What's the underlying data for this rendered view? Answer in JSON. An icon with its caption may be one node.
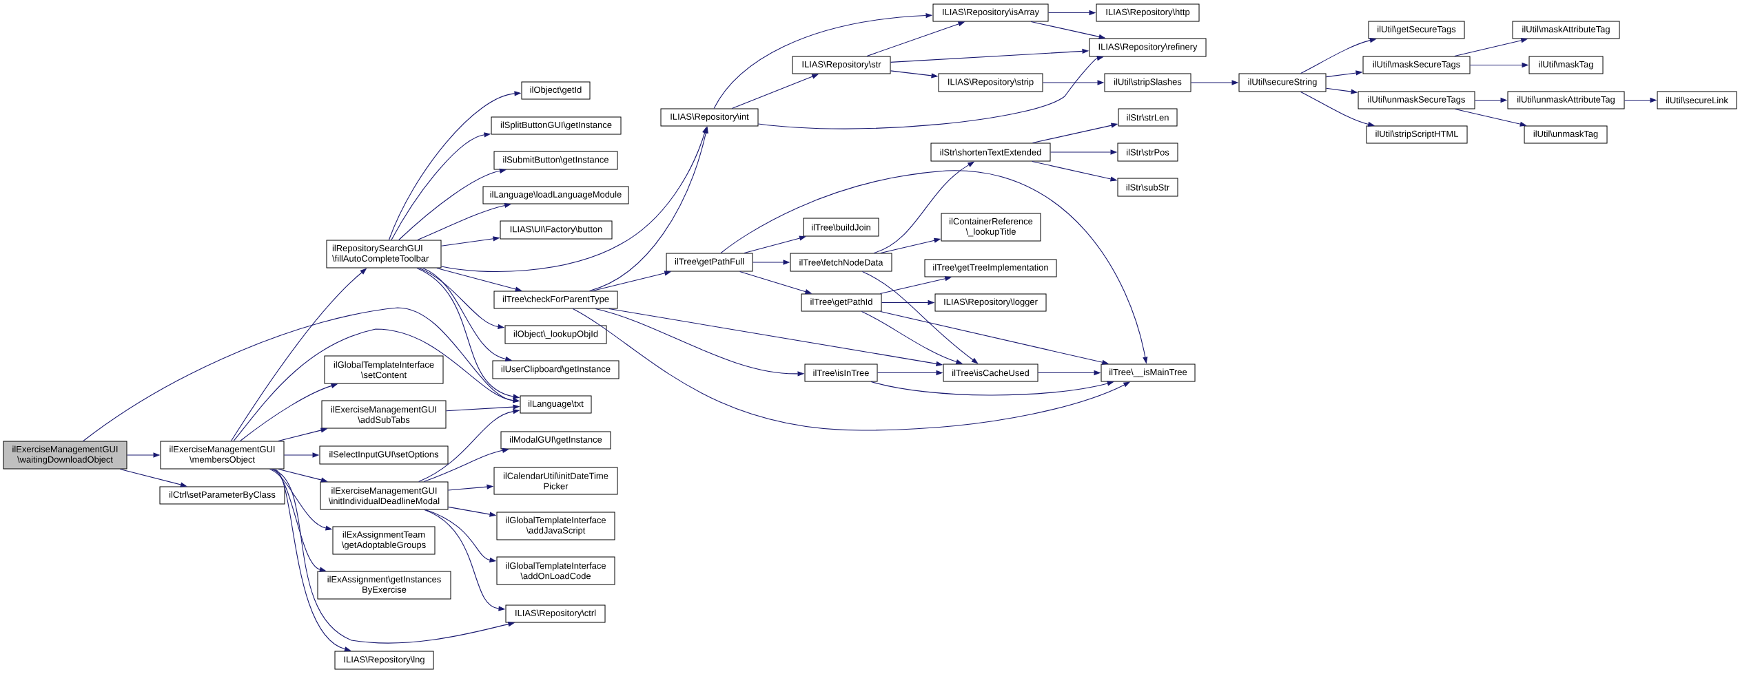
{
  "diagram": {
    "nodes": [
      {
        "text": [
          "ilExerciseManagementGUI \\waitingDownloadObject"
        ]
      },
      {
        "text": [
          "ilExerciseManagementGUI \\membersObject"
        ]
      },
      {
        "text": [
          "ilCtrl\\setParameterByClass"
        ]
      },
      {
        "text": [
          "ilRepositorySearchGUI \\fillAutoCompleteToolbar"
        ]
      },
      {
        "text": [
          "ilGlobalTemplateInterface \\setContent"
        ]
      },
      {
        "text": [
          "ilExerciseManagementGUI \\addSubTabs"
        ]
      },
      {
        "text": [
          "ilSelectInputGUI\\setOptions"
        ]
      },
      {
        "text": [
          "ilExerciseManagementGUI \\initIndividualDeadlineModal"
        ]
      },
      {
        "text": [
          "ilExAssignmentTeam \\getAdoptableGroups"
        ]
      },
      {
        "text": [
          "ilExAssignment\\getInstances ByExercise"
        ]
      },
      {
        "text": [
          "ILIAS\\Repository\\lng"
        ]
      },
      {
        "text": [
          "ilObject\\getId"
        ]
      },
      {
        "text": [
          "ilSplitButtonGUI\\getInstance"
        ]
      },
      {
        "text": [
          "ilSubmitButton\\getInstance"
        ]
      },
      {
        "text": [
          "ilLanguage\\loadLanguageModule"
        ]
      },
      {
        "text": [
          "ILIAS\\UI\\Factory\\button"
        ]
      },
      {
        "text": [
          "ilTree\\checkForParentType"
        ]
      },
      {
        "text": [
          "ilObject\\_lookupObjId"
        ]
      },
      {
        "text": [
          "ilUserClipboard\\getInstance"
        ]
      },
      {
        "text": [
          "ilLanguage\\txt"
        ]
      },
      {
        "text": [
          "ilModalGUI\\getInstance"
        ]
      },
      {
        "text": [
          "ilCalendarUtil\\initDateTime Picker"
        ]
      },
      {
        "text": [
          "ilGlobalTemplateInterface \\addJavaScript"
        ]
      },
      {
        "text": [
          "ilGlobalTemplateInterface \\addOnLoadCode"
        ]
      },
      {
        "text": [
          "ILIAS\\Repository\\ctrl"
        ]
      },
      {
        "text": [
          "ILIAS\\Repository\\int"
        ]
      },
      {
        "text": [
          "ilTree\\getPathFull"
        ]
      },
      {
        "text": [
          "ilTree\\isInTree"
        ]
      },
      {
        "text": [
          "ILIAS\\Repository\\str"
        ]
      },
      {
        "text": [
          "ilTree\\buildJoin"
        ]
      },
      {
        "text": [
          "ilTree\\fetchNodeData"
        ]
      },
      {
        "text": [
          "ilTree\\getPathId"
        ]
      },
      {
        "text": [
          "ILIAS\\Repository\\isArray"
        ]
      },
      {
        "text": [
          "ILIAS\\Repository\\strip"
        ]
      },
      {
        "text": [
          "ilStr\\shortenTextExtended"
        ]
      },
      {
        "text": [
          "ilContainerReference \\_lookupTitle"
        ]
      },
      {
        "text": [
          "ilTree\\getTreeImplementation"
        ]
      },
      {
        "text": [
          "ILIAS\\Repository\\logger"
        ]
      },
      {
        "text": [
          "ilTree\\isCacheUsed"
        ]
      },
      {
        "text": [
          "ILIAS\\Repository\\http"
        ]
      },
      {
        "text": [
          "ILIAS\\Repository\\refinery"
        ]
      },
      {
        "text": [
          "ilUtil\\stripSlashes"
        ]
      },
      {
        "text": [
          "ilStr\\strLen"
        ]
      },
      {
        "text": [
          "ilStr\\strPos"
        ]
      },
      {
        "text": [
          "ilStr\\subStr"
        ]
      },
      {
        "text": [
          "ilTree\\__isMainTree"
        ]
      },
      {
        "text": [
          "ilUtil\\secureString"
        ]
      },
      {
        "text": [
          "ilUtil\\getSecureTags"
        ]
      },
      {
        "text": [
          "ilUtil\\maskSecureTags"
        ]
      },
      {
        "text": [
          "ilUtil\\unmaskSecureTags"
        ]
      },
      {
        "text": [
          "ilUtil\\stripScriptHTML"
        ]
      },
      {
        "text": [
          "ilUtil\\maskAttributeTag"
        ]
      },
      {
        "text": [
          "ilUtil\\maskTag"
        ]
      },
      {
        "text": [
          "ilUtil\\unmaskAttributeTag"
        ]
      },
      {
        "text": [
          "ilUtil\\unmaskTag"
        ]
      },
      {
        "text": [
          "ilUtil\\secureLink"
        ]
      }
    ],
    "edges": [
      {
        "from": 0,
        "to": 1,
        "arrow": "to"
      },
      {
        "from": 0,
        "to": 2,
        "arrow": "to"
      },
      {
        "from": 0,
        "to": 19,
        "arrow": "to"
      },
      {
        "from": 1,
        "to": 3,
        "arrow": "to"
      },
      {
        "from": 1,
        "to": 4,
        "arrow": "to"
      },
      {
        "from": 1,
        "to": 5,
        "arrow": "to"
      },
      {
        "from": 1,
        "to": 6,
        "arrow": "to"
      },
      {
        "from": 1,
        "to": 7,
        "arrow": "to"
      },
      {
        "from": 1,
        "to": 8,
        "arrow": "to"
      },
      {
        "from": 1,
        "to": 9,
        "arrow": "to"
      },
      {
        "from": 1,
        "to": 10,
        "arrow": "to"
      },
      {
        "from": 1,
        "to": 19,
        "arrow": "to"
      },
      {
        "from": 1,
        "to": 24,
        "arrow": "to"
      },
      {
        "from": 3,
        "to": 11,
        "arrow": "to"
      },
      {
        "from": 3,
        "to": 12,
        "arrow": "to"
      },
      {
        "from": 3,
        "to": 13,
        "arrow": "to"
      },
      {
        "from": 3,
        "to": 14,
        "arrow": "to"
      },
      {
        "from": 3,
        "to": 15,
        "arrow": "to"
      },
      {
        "from": 3,
        "to": 25,
        "arrow": "to"
      },
      {
        "from": 3,
        "to": 16,
        "arrow": "to"
      },
      {
        "from": 3,
        "to": 17,
        "arrow": "to"
      },
      {
        "from": 3,
        "to": 18,
        "arrow": "to"
      },
      {
        "from": 3,
        "to": 19,
        "arrow": "to"
      },
      {
        "from": 5,
        "to": 19,
        "arrow": "to"
      },
      {
        "from": 7,
        "to": 19,
        "arrow": "to"
      },
      {
        "from": 7,
        "to": 20,
        "arrow": "to"
      },
      {
        "from": 7,
        "to": 21,
        "arrow": "to"
      },
      {
        "from": 7,
        "to": 22,
        "arrow": "to"
      },
      {
        "from": 7,
        "to": 23,
        "arrow": "to"
      },
      {
        "from": 7,
        "to": 24,
        "arrow": "to"
      },
      {
        "from": 16,
        "to": 25,
        "arrow": "to"
      },
      {
        "from": 16,
        "to": 26,
        "arrow": "to"
      },
      {
        "from": 16,
        "to": 38,
        "arrow": "to"
      },
      {
        "from": 16,
        "to": 27,
        "arrow": "to"
      },
      {
        "from": 16,
        "to": 45,
        "arrow": "to"
      },
      {
        "from": 26,
        "to": 29,
        "arrow": "to"
      },
      {
        "from": 26,
        "to": 30,
        "arrow": "to"
      },
      {
        "from": 26,
        "to": 31,
        "arrow": "to"
      },
      {
        "from": 26,
        "to": 45,
        "arrow": "to"
      },
      {
        "from": 30,
        "to": 34,
        "arrow": "to"
      },
      {
        "from": 30,
        "to": 35,
        "arrow": "to"
      },
      {
        "from": 30,
        "to": 38,
        "arrow": "to"
      },
      {
        "from": 31,
        "to": 36,
        "arrow": "to"
      },
      {
        "from": 31,
        "to": 37,
        "arrow": "to"
      },
      {
        "from": 31,
        "to": 38,
        "arrow": "to"
      },
      {
        "from": 31,
        "to": 45,
        "arrow": "to"
      },
      {
        "from": 27,
        "to": 38,
        "arrow": "to"
      },
      {
        "from": 27,
        "to": 45,
        "arrow": "to"
      },
      {
        "from": 38,
        "to": 45,
        "arrow": "to"
      },
      {
        "from": 25,
        "to": 32,
        "arrow": "to"
      },
      {
        "from": 25,
        "to": 28,
        "arrow": "to"
      },
      {
        "from": 25,
        "to": 40,
        "arrow": "to"
      },
      {
        "from": 28,
        "to": 32,
        "arrow": "to"
      },
      {
        "from": 28,
        "to": 40,
        "arrow": "to"
      },
      {
        "from": 28,
        "to": 33,
        "arrow": "to"
      },
      {
        "from": 32,
        "to": 39,
        "arrow": "to"
      },
      {
        "from": 32,
        "to": 40,
        "arrow": "to"
      },
      {
        "from": 33,
        "to": 41,
        "arrow": "to"
      },
      {
        "from": 41,
        "to": 46,
        "arrow": "to"
      },
      {
        "from": 46,
        "to": 47,
        "arrow": "to"
      },
      {
        "from": 46,
        "to": 48,
        "arrow": "to"
      },
      {
        "from": 46,
        "to": 49,
        "arrow": "to"
      },
      {
        "from": 46,
        "to": 50,
        "arrow": "to"
      },
      {
        "from": 48,
        "to": 51,
        "arrow": "to"
      },
      {
        "from": 48,
        "to": 52,
        "arrow": "to"
      },
      {
        "from": 49,
        "to": 53,
        "arrow": "to"
      },
      {
        "from": 49,
        "to": 54,
        "arrow": "to"
      },
      {
        "from": 53,
        "to": 55,
        "arrow": "to"
      },
      {
        "from": 34,
        "to": 42,
        "arrow": "to"
      },
      {
        "from": 34,
        "to": 43,
        "arrow": "to"
      },
      {
        "from": 34,
        "to": 44,
        "arrow": "to"
      }
    ]
  }
}
